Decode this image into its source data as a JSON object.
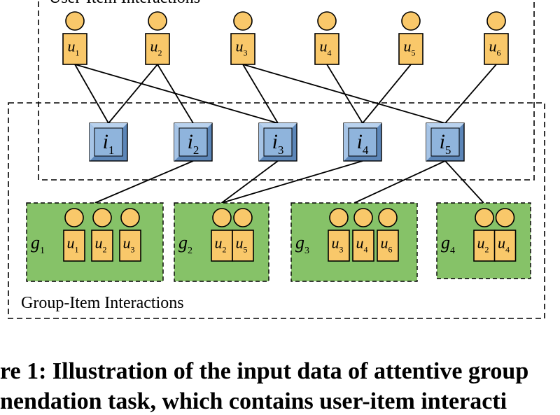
{
  "regions": {
    "user_item": {
      "label": "User-Item Interactions"
    },
    "group_item": {
      "label": "Group-Item Interactions"
    }
  },
  "users": [
    {
      "letter": "u",
      "sub": "1"
    },
    {
      "letter": "u",
      "sub": "2"
    },
    {
      "letter": "u",
      "sub": "3"
    },
    {
      "letter": "u",
      "sub": "4"
    },
    {
      "letter": "u",
      "sub": "5"
    },
    {
      "letter": "u",
      "sub": "6"
    }
  ],
  "items": [
    {
      "letter": "i",
      "sub": "1"
    },
    {
      "letter": "i",
      "sub": "2"
    },
    {
      "letter": "i",
      "sub": "3"
    },
    {
      "letter": "i",
      "sub": "4"
    },
    {
      "letter": "i",
      "sub": "5"
    }
  ],
  "groups": [
    {
      "letter": "g",
      "sub": "1",
      "members": [
        {
          "letter": "u",
          "sub": "1"
        },
        {
          "letter": "u",
          "sub": "2"
        },
        {
          "letter": "u",
          "sub": "3"
        }
      ]
    },
    {
      "letter": "g",
      "sub": "2",
      "members": [
        {
          "letter": "u",
          "sub": "2"
        },
        {
          "letter": "u",
          "sub": "5"
        }
      ]
    },
    {
      "letter": "g",
      "sub": "3",
      "members": [
        {
          "letter": "u",
          "sub": "3"
        },
        {
          "letter": "u",
          "sub": "4"
        },
        {
          "letter": "u",
          "sub": "6"
        }
      ]
    },
    {
      "letter": "g",
      "sub": "4",
      "members": [
        {
          "letter": "u",
          "sub": "2"
        },
        {
          "letter": "u",
          "sub": "4"
        }
      ]
    }
  ],
  "user_item_edges": [
    [
      1,
      1
    ],
    [
      1,
      3
    ],
    [
      2,
      1
    ],
    [
      2,
      2
    ],
    [
      3,
      3
    ],
    [
      3,
      5
    ],
    [
      4,
      4
    ],
    [
      5,
      4
    ],
    [
      6,
      5
    ]
  ],
  "group_item_edges": [
    [
      1,
      2
    ],
    [
      2,
      3
    ],
    [
      2,
      4
    ],
    [
      3,
      5
    ],
    [
      4,
      5
    ]
  ],
  "caption": {
    "line1": "re 1: Illustration of the input data of attentive group",
    "line2": "nendation task, which contains user-item interacti"
  },
  "colors": {
    "user_fill": "#f9c86a",
    "item_fill": "#8fb4dc",
    "group_fill": "#86c268",
    "line": "#000000"
  }
}
